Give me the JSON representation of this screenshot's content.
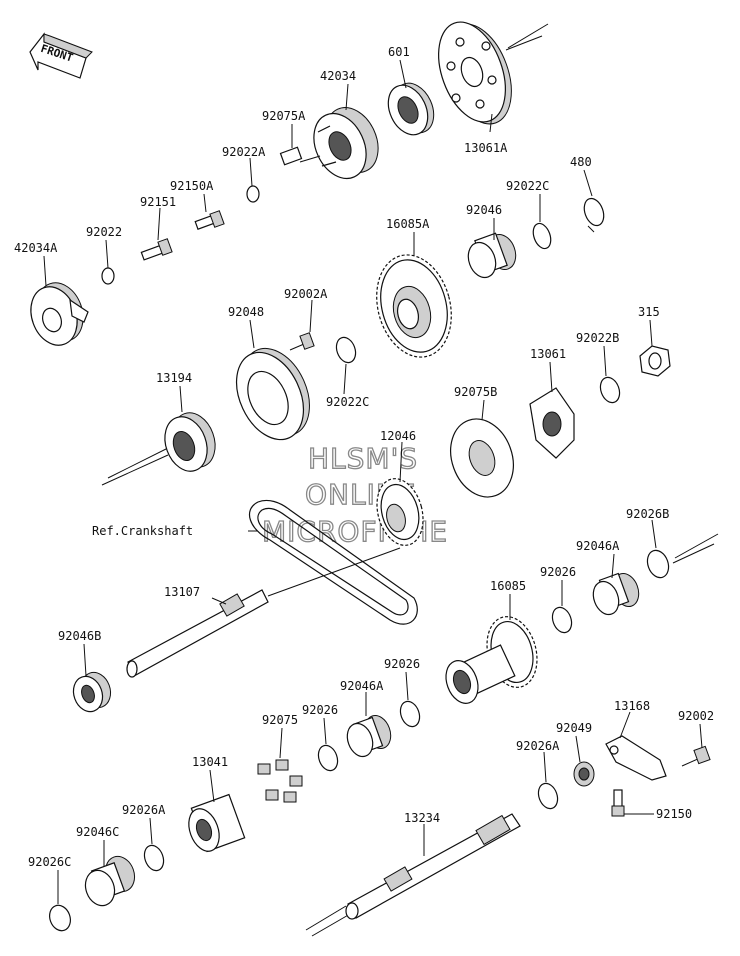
{
  "figure": {
    "front_label": "FRONT",
    "reference_label": "Ref.Crankshaft",
    "watermark": [
      "HLSM'S",
      "ONLINE",
      "MICROFICHE"
    ]
  },
  "part_labels": [
    "601",
    "42034",
    "92075A",
    "13061A",
    "92022A",
    "480",
    "92022C",
    "92150A",
    "92151",
    "92046",
    "16085A",
    "92022",
    "42034A",
    "92002A",
    "92048",
    "315",
    "13061",
    "92022B",
    "92022C",
    "13194",
    "92075B",
    "12046",
    "92026B",
    "92046A",
    "92026",
    "16085",
    "13107",
    "92046B",
    "92026",
    "92046A",
    "92026",
    "92075",
    "13168",
    "92002",
    "92049",
    "13041",
    "92026A",
    "92150",
    "92026A",
    "13234",
    "92046C",
    "92026C"
  ]
}
